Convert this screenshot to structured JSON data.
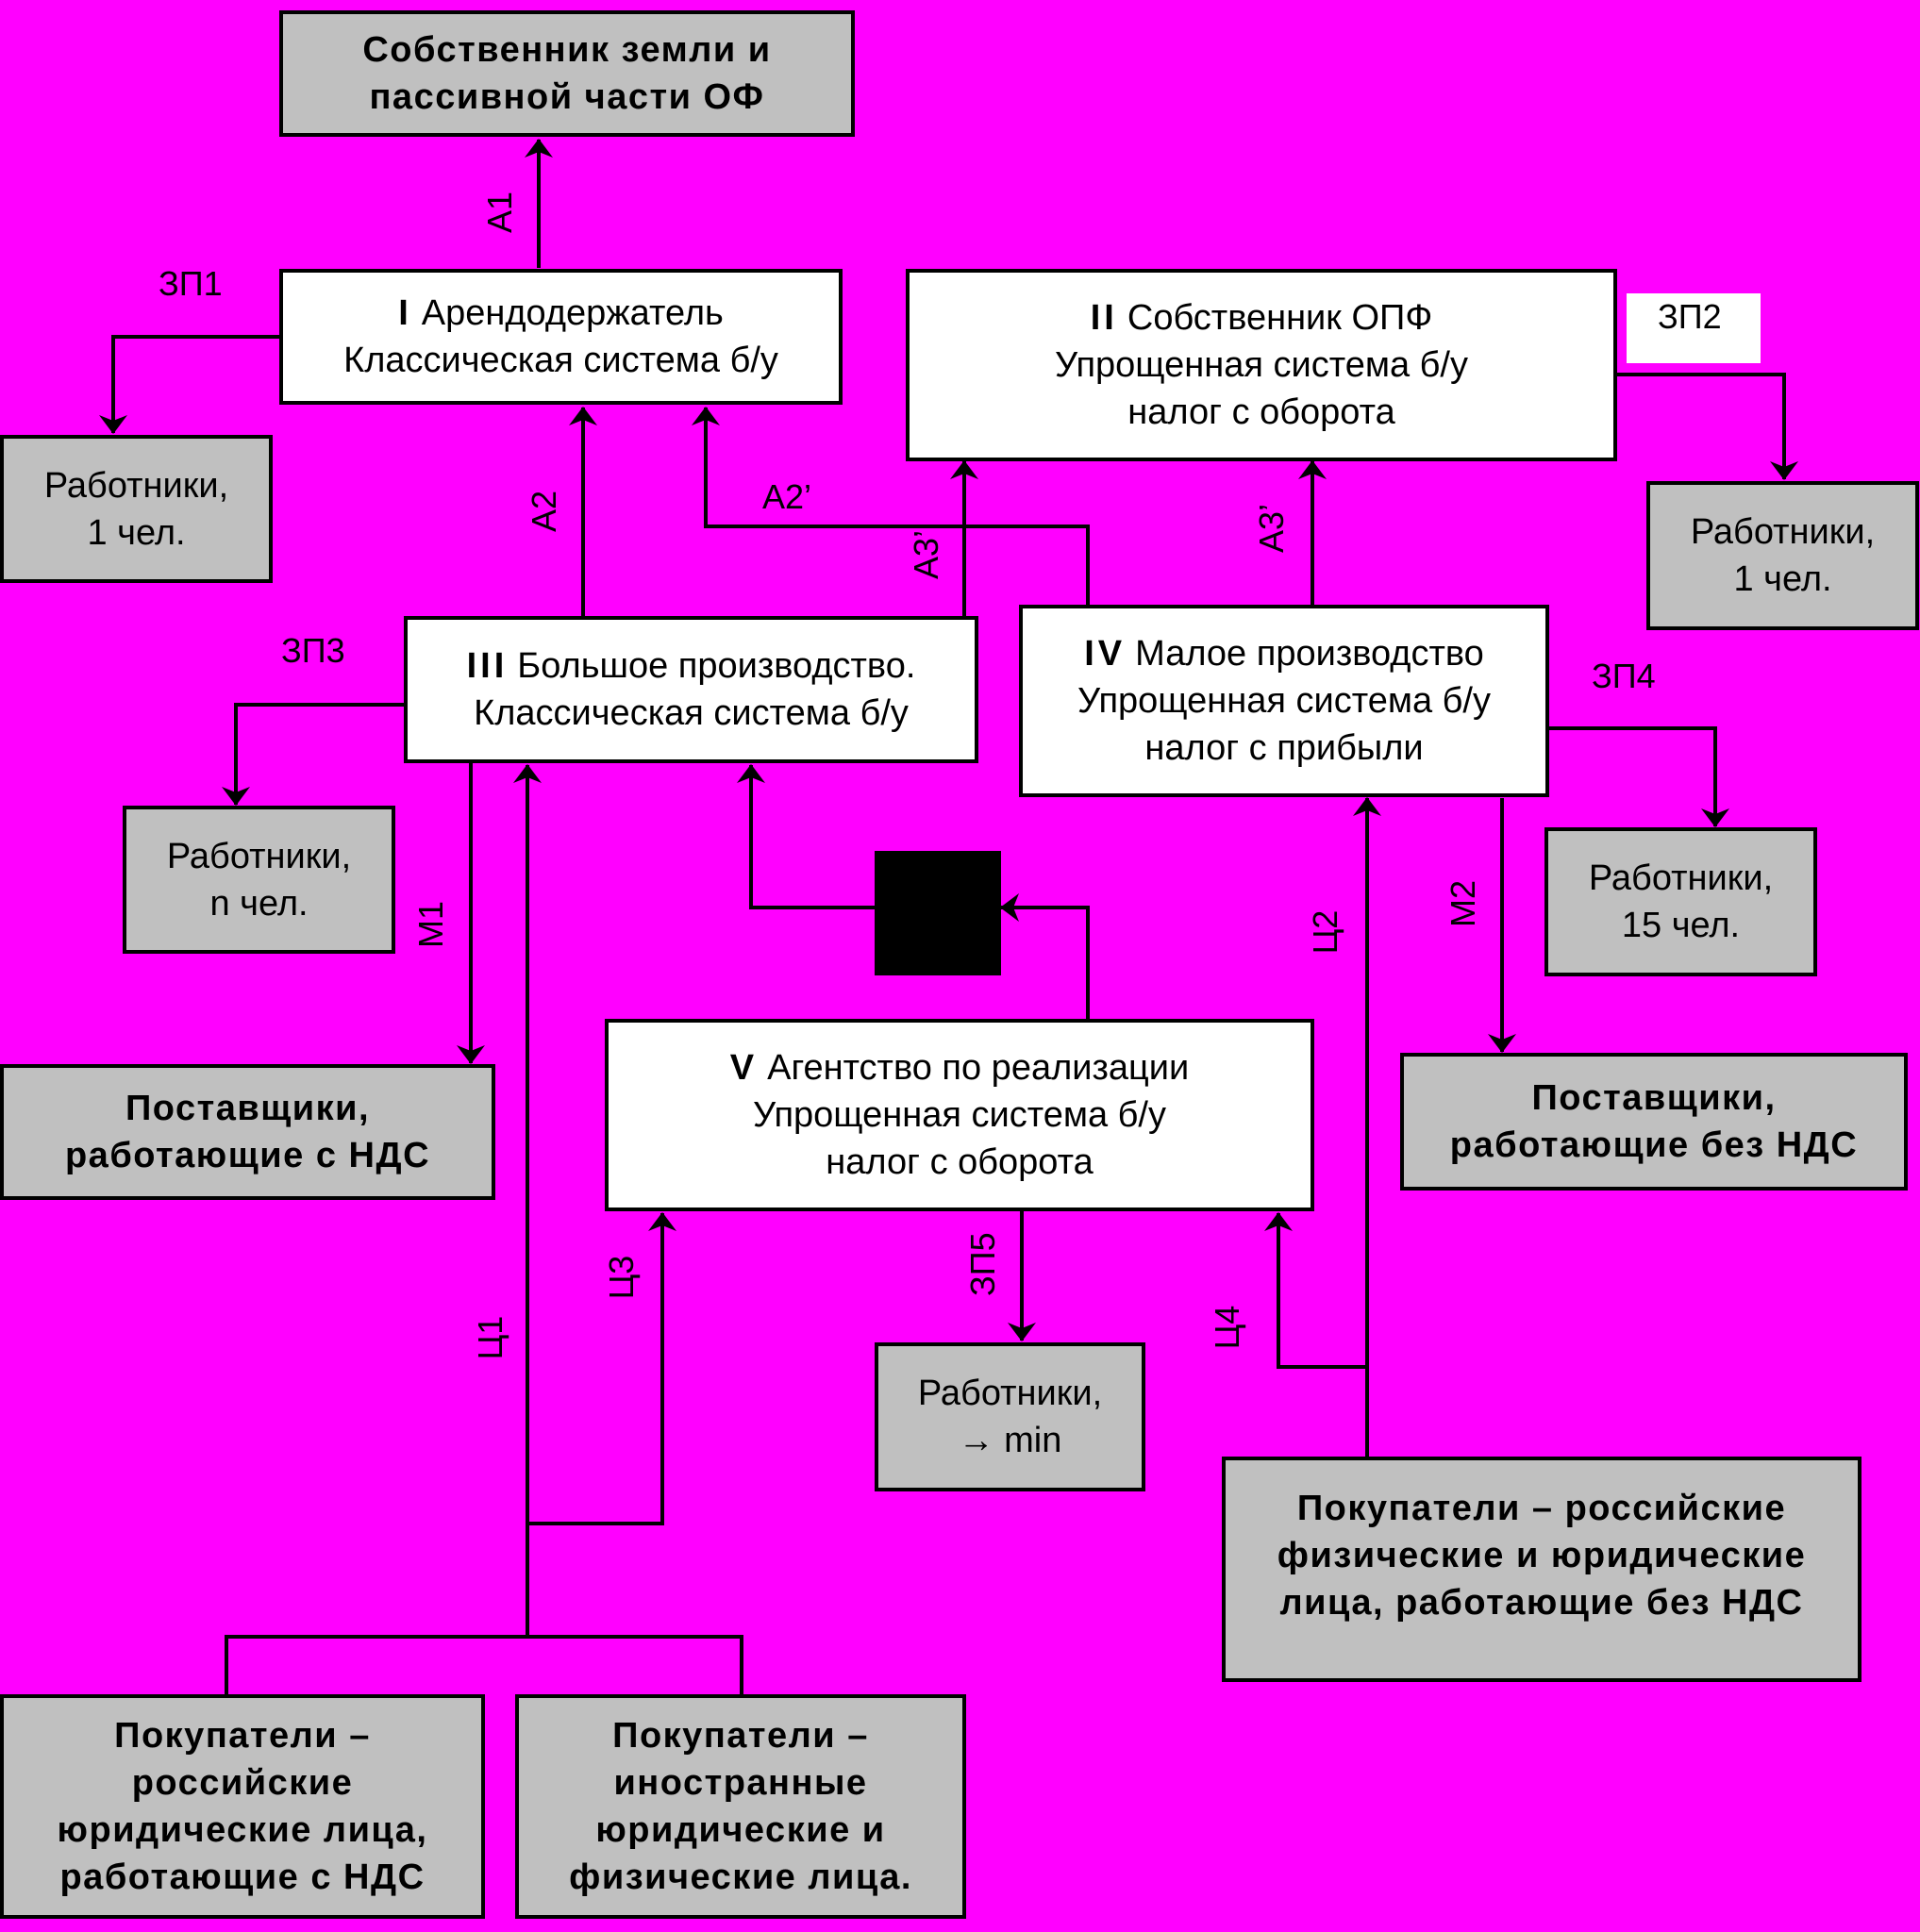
{
  "colors": {
    "background": "#ff00ff",
    "participant_box": "#ffffff",
    "counterparty_box": "#c0c0c0",
    "lines": "#000000"
  },
  "boxes": {
    "owner_land": {
      "lines": [
        "Собственник земли и",
        "пассивной части ОФ"
      ]
    },
    "leaseholder": {
      "roman": "I",
      "lines": [
        "Арендодержатель",
        "Классическая система б/у"
      ]
    },
    "opf_owner": {
      "roman": "II",
      "lines": [
        "Собственник ОПФ",
        "Упрощенная система б/у",
        "налог с оборота"
      ]
    },
    "big_production": {
      "roman": "III",
      "lines": [
        "Большое производство.",
        "Классическая система б/у"
      ]
    },
    "small_production": {
      "roman": "IV",
      "lines": [
        "Малое производство",
        "Упрощенная система б/у",
        "налог с прибыли"
      ]
    },
    "agency": {
      "roman": "V",
      "lines": [
        "Агентство по реализации",
        "Упрощенная система б/у",
        "налог с оборота"
      ]
    },
    "workers_1a": {
      "lines": [
        "Работники,",
        "1 чел."
      ]
    },
    "workers_1b": {
      "lines": [
        "Работники,",
        "1 чел."
      ]
    },
    "workers_n": {
      "lines": [
        "Работники,",
        "n чел."
      ]
    },
    "workers_15": {
      "lines": [
        "Работники,",
        "15 чел."
      ]
    },
    "workers_min": {
      "lines": [
        "Работники,",
        "→ min"
      ]
    },
    "suppliers_vat": {
      "lines": [
        "Поставщики,",
        "работающие с НДС"
      ]
    },
    "suppliers_novat": {
      "lines": [
        "Поставщики,",
        "работающие без НДС"
      ]
    },
    "buyers_ru_novat": {
      "lines": [
        "Покупатели – российские",
        "физические и юридические",
        "лица, работающие без НДС"
      ]
    },
    "buyers_ru_vat": {
      "lines": [
        "Покупатели –",
        "российские",
        "юридические лица,",
        "работающие с НДС"
      ]
    },
    "buyers_foreign": {
      "lines": [
        "Покупатели –",
        "иностранные",
        "юридические и",
        "физические лица."
      ]
    }
  },
  "flow_labels": {
    "a1": "А1",
    "a2": "А2",
    "a2p": "А2’",
    "a3p_left": "А3’",
    "a3p_right": "А3’",
    "zp1": "ЗП1",
    "zp2": "ЗП2",
    "zp3": "ЗП3",
    "zp4": "ЗП4",
    "zp5": "ЗП5",
    "m1": "М1",
    "m2": "М2",
    "c1": "Ц1",
    "c2": "Ц2",
    "c3": "Ц3",
    "c4": "Ц4"
  }
}
